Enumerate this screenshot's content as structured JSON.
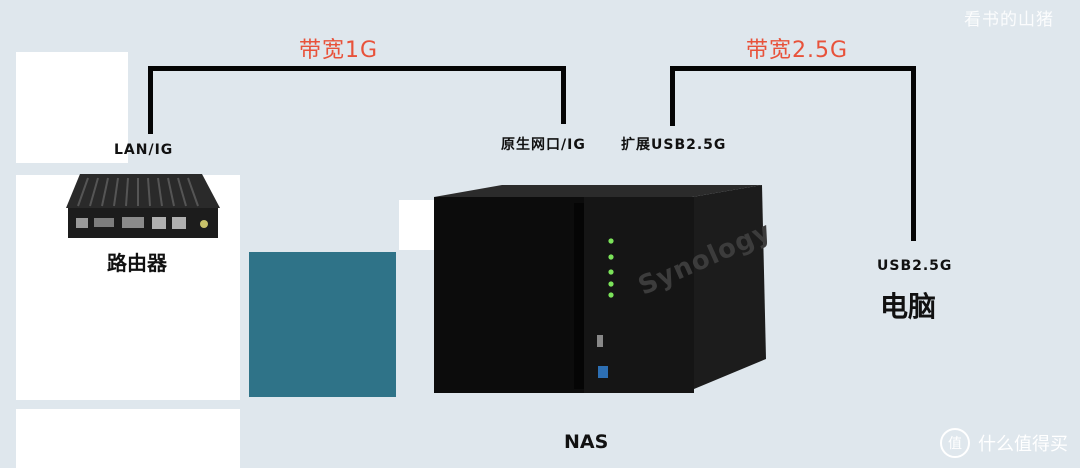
{
  "links": {
    "left_bandwidth": "带宽1G",
    "right_bandwidth": "带宽2.5G"
  },
  "ports": {
    "router_port": "LAN/IG",
    "nas_native_port": "原生网口/IG",
    "nas_usb_port": "扩展USB2.5G",
    "pc_port": "USB2.5G"
  },
  "devices": {
    "router": "路由器",
    "nas": "NAS",
    "pc": "电脑",
    "nas_brand": "Synology"
  },
  "watermarks": {
    "top": "看书的山猪",
    "bottom": "什么值得买",
    "bottom_logo": "值"
  },
  "colors": {
    "background": "#dfe7ed",
    "accent": "#e8523a",
    "block": "#2f7388"
  }
}
